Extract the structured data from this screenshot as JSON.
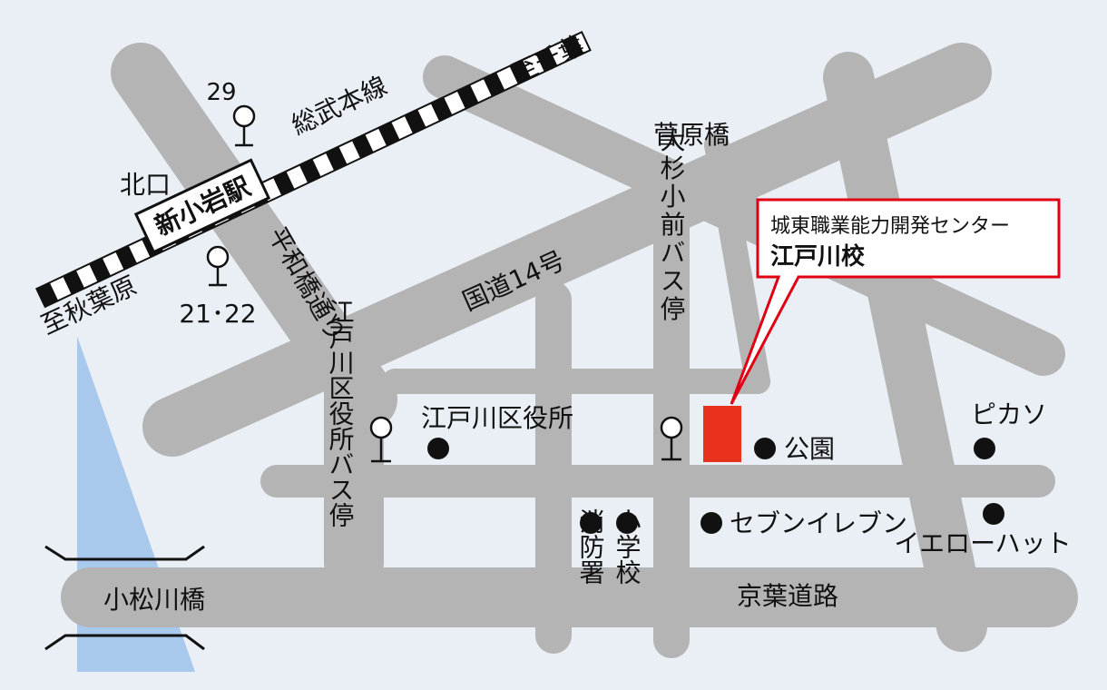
{
  "map": {
    "station": {
      "name": "新小岩駅",
      "north_exit": "北口"
    },
    "railway": {
      "name": "総武本線",
      "direction_east": "至千葉",
      "direction_west": "至秋葉原"
    },
    "bus_stops": {
      "route_29": "29",
      "route_21_22": "21･22"
    },
    "roads": {
      "hirawabashi": "平和橋通り",
      "kokudo14": "国道14号",
      "keiyo": "京葉道路",
      "sugawarabashi": "菅原橋",
      "komatsugawabashi": "小松川橋"
    },
    "bus_stop_names": {
      "edogawa_kuyakusho": "江戸川区役所バス停",
      "osugi_komae": "大杉小前バス停"
    },
    "landmarks": {
      "kuyakusho": "江戸川区役所",
      "koen": "公園",
      "pikaso": "ピカソ",
      "seven_eleven": "セブンイレブン",
      "yellow_hat": "イエローハット",
      "shobosho": "消防署",
      "shogakko": "小学校"
    },
    "callout": {
      "line1": "城東職業能力開発センター",
      "line2": "江戸川校"
    },
    "colors": {
      "road": "#b4b4b4",
      "background": "#e9eff5",
      "river": "#a9c9ec",
      "target": "#e8321e",
      "callout_border": "#e00012"
    }
  }
}
